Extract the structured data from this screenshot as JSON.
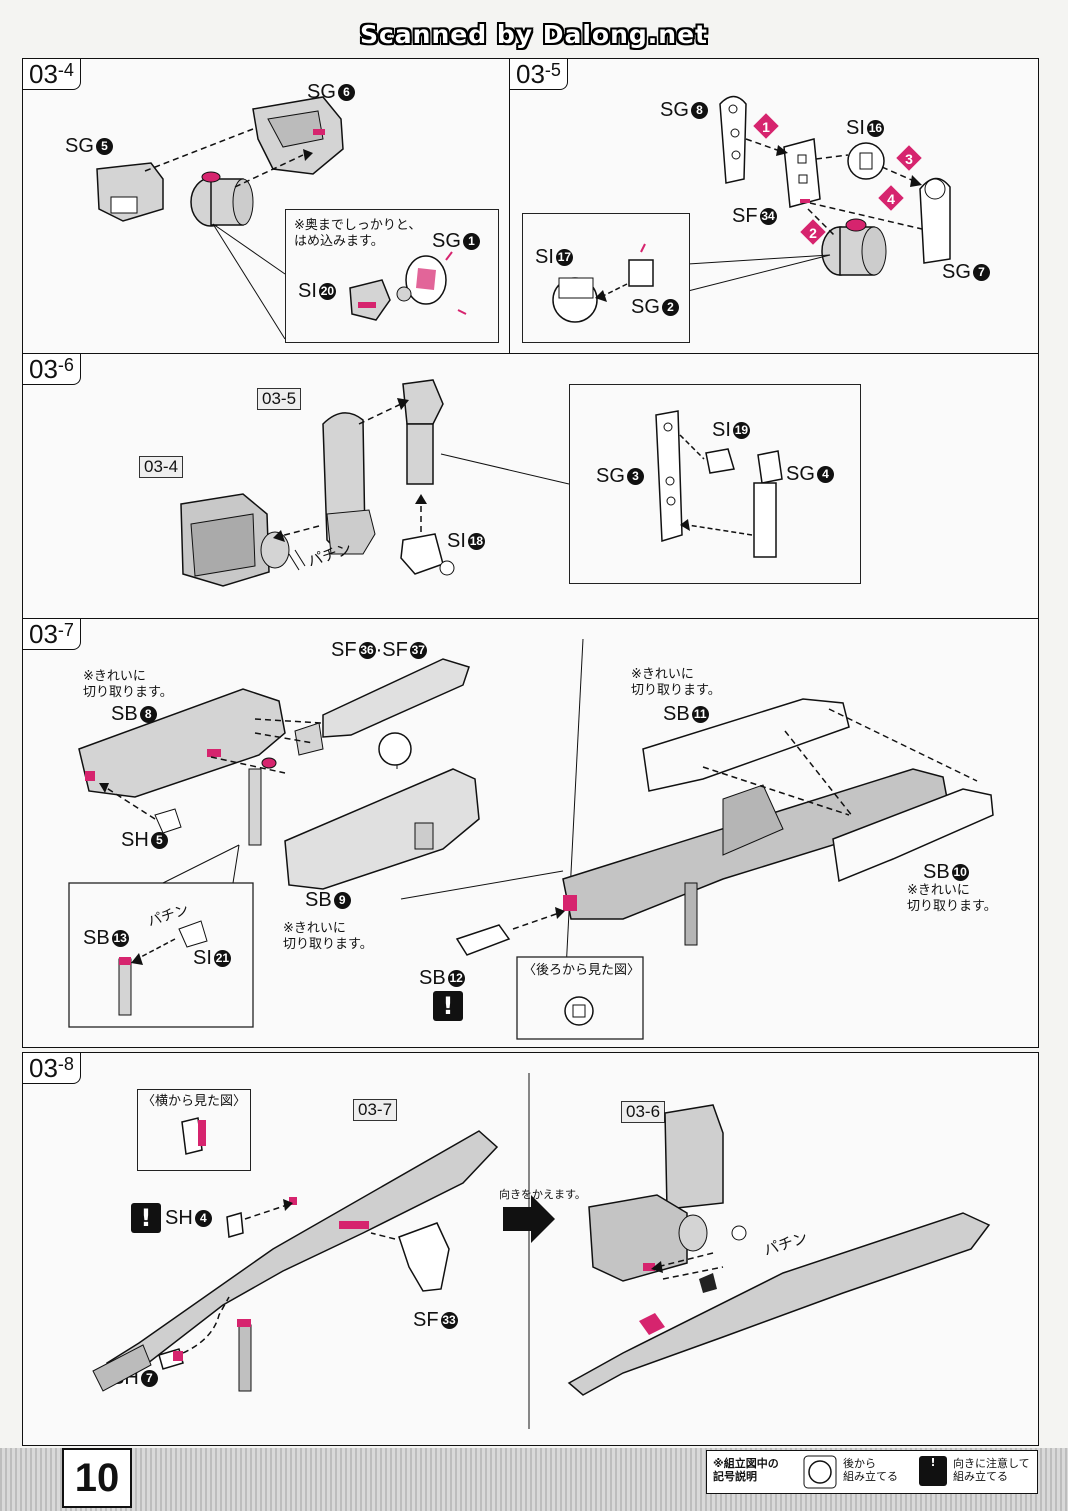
{
  "header": {
    "scan_credit": "Scanned by Dalong.net"
  },
  "steps": {
    "s03_4": {
      "main": "03",
      "sub": "-4"
    },
    "s03_5": {
      "main": "03",
      "sub": "-5"
    },
    "s03_6": {
      "main": "03",
      "sub": "-6"
    },
    "s03_7": {
      "main": "03",
      "sub": "-7"
    },
    "s03_8": {
      "main": "03",
      "sub": "-8"
    }
  },
  "panel_03_4": {
    "sg6": "SG",
    "sg6_n": "6",
    "sg5": "SG",
    "sg5_n": "5",
    "note": "※奥までしっかりと、\nはめ込みます。",
    "sg1": "SG",
    "sg1_n": "1",
    "si20": "SI",
    "si20_n": "20"
  },
  "panel_03_5": {
    "sg8": "SG",
    "sg8_n": "8",
    "si16": "SI",
    "si16_n": "16",
    "sf34": "SF",
    "sf34_n": "34",
    "sg7": "SG",
    "sg7_n": "7",
    "si17": "SI",
    "si17_n": "17",
    "sg2": "SG",
    "sg2_n": "2",
    "order": [
      "1",
      "2",
      "3",
      "4"
    ]
  },
  "panel_03_6": {
    "ref_05": "03-5",
    "ref_04": "03-4",
    "snap": "パチン",
    "si18": "SI",
    "si18_n": "18",
    "si19": "SI",
    "si19_n": "19",
    "sg3": "SG",
    "sg3_n": "3",
    "sg4": "SG",
    "sg4_n": "4"
  },
  "panel_03_7": {
    "sf_pair": "SF",
    "sf36_n": "36",
    "sf37_n": "37",
    "note_sb8": "※きれいに\n切り取ります。",
    "sb8": "SB",
    "sb8_n": "8",
    "sh5": "SH",
    "sh5_n": "5",
    "sb9": "SB",
    "sb9_n": "9",
    "note_sb9": "※きれいに\n切り取ります。",
    "sb13": "SB",
    "sb13_n": "13",
    "snap": "パチン",
    "si21": "SI",
    "si21_n": "21",
    "note_sb11": "※きれいに\n切り取ります。",
    "sb11": "SB",
    "sb11_n": "11",
    "sb10": "SB",
    "sb10_n": "10",
    "note_sb10": "※きれいに\n切り取ります。",
    "sb12": "SB",
    "sb12_n": "12",
    "rear_view": "〈後ろから見た図〉"
  },
  "panel_03_8": {
    "side_view": "〈横から見た図〉",
    "ref_07": "03-7",
    "sh4": "SH",
    "sh4_n": "4",
    "sf33": "SF",
    "sf33_n": "33",
    "sh7": "SH",
    "sh7_n": "7",
    "turn": "向きをかえます。",
    "ref_06": "03-6",
    "snap": "パチン"
  },
  "footer": {
    "page_number": "10",
    "legend_title": "※組立図中の\n記号説明",
    "legend_back": "後から\n組み立てる",
    "legend_direction": "向きに注意して\n組み立てる"
  },
  "colors": {
    "accent": "#d6246e",
    "line": "#111111",
    "part_fill": "#d4d4d4"
  }
}
